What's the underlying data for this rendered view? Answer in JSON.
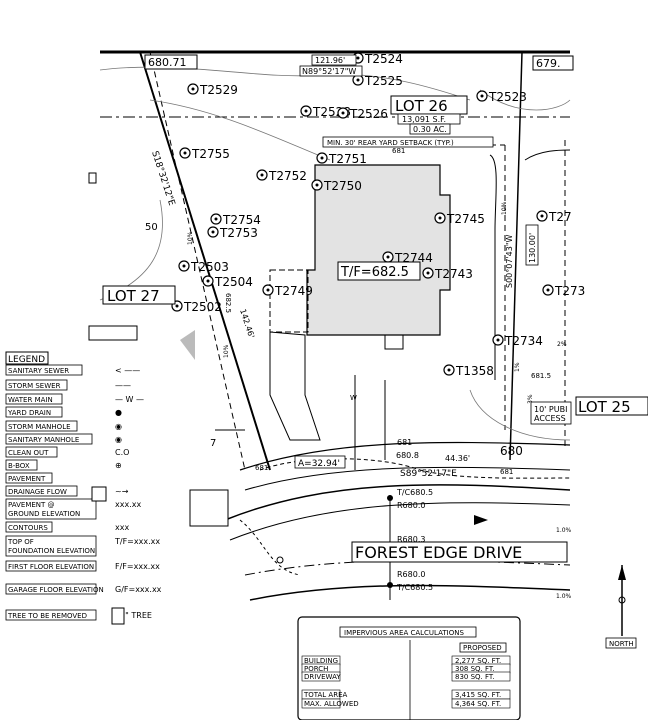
{
  "lot_numbers": {
    "lot26": "LOT 26",
    "lot27": "LOT 27",
    "lot25": "LOT 25"
  },
  "lot26_info": {
    "area": "13,091 S.F.",
    "acres": "0.30 AC."
  },
  "setback_label": "MIN. 30' REAR YARD SETBACK (TYP.)",
  "boundary": {
    "bearing_top": "121.96'",
    "bearing_top2": "N89°52'17\"W",
    "bearing_left": "S18°32'12\"E",
    "bearing_right": "S00°07'43\"W",
    "dist_right": "130.00'",
    "dist_left": "142.46'",
    "curve": "A=32.94'",
    "front_bearing": "S89°52'17\"E",
    "dist_front": "44.36'"
  },
  "elevations": {
    "e680_71": "680.71",
    "e679": "679.",
    "tf": "T/F=682.5",
    "c6805": "T/C680.5",
    "r6800": "R680.0",
    "r6803": "R680.3",
    "r6800b": "R680.0",
    "tc6805b": "T/C680.5",
    "e6808": "680.8",
    "e681": "681",
    "e680": "680",
    "e6815": "681.5",
    "e6825": "682.5",
    "e681b": "681",
    "e681c": "681",
    "e681d": "681",
    "e7": "7",
    "e50": "50"
  },
  "street_name": "FOREST EDGE DRIVE",
  "public_access": {
    "line1": "10' PUBI",
    "line2": "ACCESS"
  },
  "slope_marks": [
    "10%",
    "10%",
    "10%",
    "1%",
    "3%",
    "2%",
    "1.0%",
    "1.0%"
  ],
  "trees": [
    "T2524",
    "T2525",
    "T2529",
    "T2528",
    "T2526",
    "T2523",
    "T2755",
    "T2751",
    "T2752",
    "T2750",
    "T2754",
    "T2753",
    "T2745",
    "T27",
    "T2744",
    "T2743",
    "T2503",
    "T2504",
    "T2749",
    "T2502",
    "T1358",
    "T2734",
    "T273"
  ],
  "legend": {
    "title": "LEGEND",
    "items": [
      {
        "label": "SANITARY SEWER",
        "symbol": "< ——"
      },
      {
        "label": "STORM SEWER",
        "symbol": "——"
      },
      {
        "label": "WATER MAIN",
        "symbol": "— W —"
      },
      {
        "label": "YARD DRAIN",
        "symbol": "●"
      },
      {
        "label": "STORM MANHOLE",
        "symbol": "◉"
      },
      {
        "label": "SANITARY MANHOLE",
        "symbol": "◉"
      },
      {
        "label": "CLEAN OUT",
        "symbol": "C.O"
      },
      {
        "label": "B-BOX",
        "symbol": "⊕"
      },
      {
        "label": "PAVEMENT",
        "symbol": ""
      },
      {
        "label": "DRAINAGE FLOW",
        "symbol": "~→"
      },
      {
        "label": "PAVEMENT @ GROUND ELEVATION",
        "symbol": "xxx.xx"
      },
      {
        "label": "CONTOURS",
        "symbol": "xxx"
      },
      {
        "label": "TOP OF FOUNDATION ELEVATION",
        "symbol": "T/F=xxx.xx"
      },
      {
        "label": "FIRST FLOOR ELEVATION",
        "symbol": "F/F=xxx.xx"
      },
      {
        "label": "GARAGE FLOOR ELEVATION",
        "symbol": "G/F=xxx.xx"
      },
      {
        "label": "TREE TO BE REMOVED",
        "symbol": "11\" TREE"
      }
    ]
  },
  "north": "NORTH",
  "impervious": {
    "title": "IMPERVIOUS AREA CALCULATIONS",
    "col": "PROPOSED",
    "rows": [
      {
        "label": "BUILDING",
        "value": "2,277 SQ. FT."
      },
      {
        "label": "PORCH",
        "value": "308 SQ. FT."
      },
      {
        "label": "DRIVEWAY",
        "value": "830 SQ. FT."
      },
      {
        "label": "TOTAL AREA",
        "value": "3,415 SQ. FT."
      },
      {
        "label": "MAX. ALLOWED",
        "value": "4,364 SQ. FT."
      }
    ]
  },
  "colors": {
    "line": "#000000",
    "pavement": "#dcdcdc",
    "building": "#e3e3e3"
  }
}
